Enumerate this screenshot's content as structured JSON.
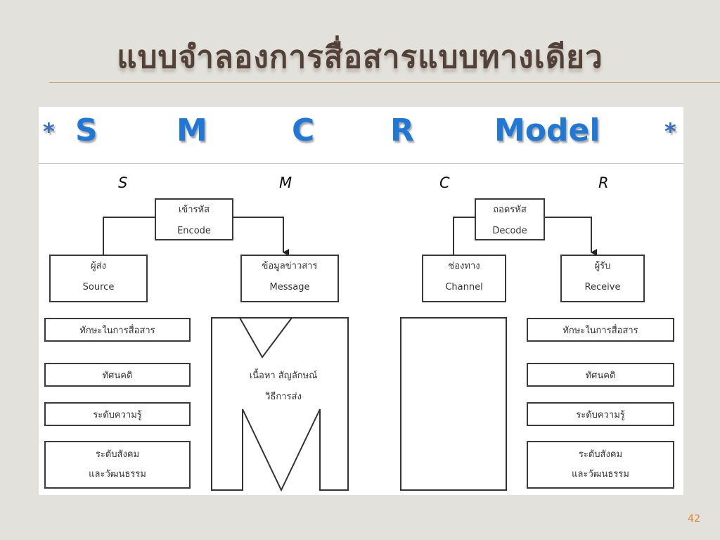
{
  "slide": {
    "title": "แบบจำลองการสื่อสารแบบทางเดียว",
    "page_number": "42"
  },
  "banner": {
    "star_left": "*",
    "s": "S",
    "m": "M",
    "c": "C",
    "r": "R",
    "model": "Model",
    "star_right": "*"
  },
  "columns": {
    "s": "S",
    "m": "M",
    "c": "C",
    "r": "R"
  },
  "boxes": {
    "encode": {
      "thai": "เข้ารหัส",
      "en": "Encode"
    },
    "decode": {
      "thai": "ถอดรหัส",
      "en": "Decode"
    },
    "source": {
      "thai": "ผู้ส่ง",
      "en": "Source"
    },
    "message": {
      "thai": "ข้อมูลข่าวสาร",
      "en": "Message"
    },
    "channel": {
      "thai": "ช่องทาง",
      "en": "Channel"
    },
    "receiver": {
      "thai": "ผู้รับ",
      "en": "Receive"
    }
  },
  "left_rows": {
    "skill": "ทักษะในการสื่อสาร",
    "attitude": "ทัศนคติ",
    "knowledge": "ระดับความรู้",
    "social_1": "ระดับสังคม",
    "social_2": "และวัฒนธรรม"
  },
  "right_rows": {
    "skill": "ทักษะในการสื่อสาร",
    "attitude": "ทัศนคติ",
    "knowledge": "ระดับความรู้",
    "social_1": "ระดับสังคม",
    "social_2": "และวัฒนธรรม"
  },
  "message_column": {
    "line1": "เนื้อหา สัญลักษณ์",
    "line2": "วิธีการส่ง"
  },
  "colors": {
    "title": "#514139",
    "banner_letters": "#1f77d6",
    "page_number": "#d98a2a",
    "box_border": "#3a3a3a"
  }
}
